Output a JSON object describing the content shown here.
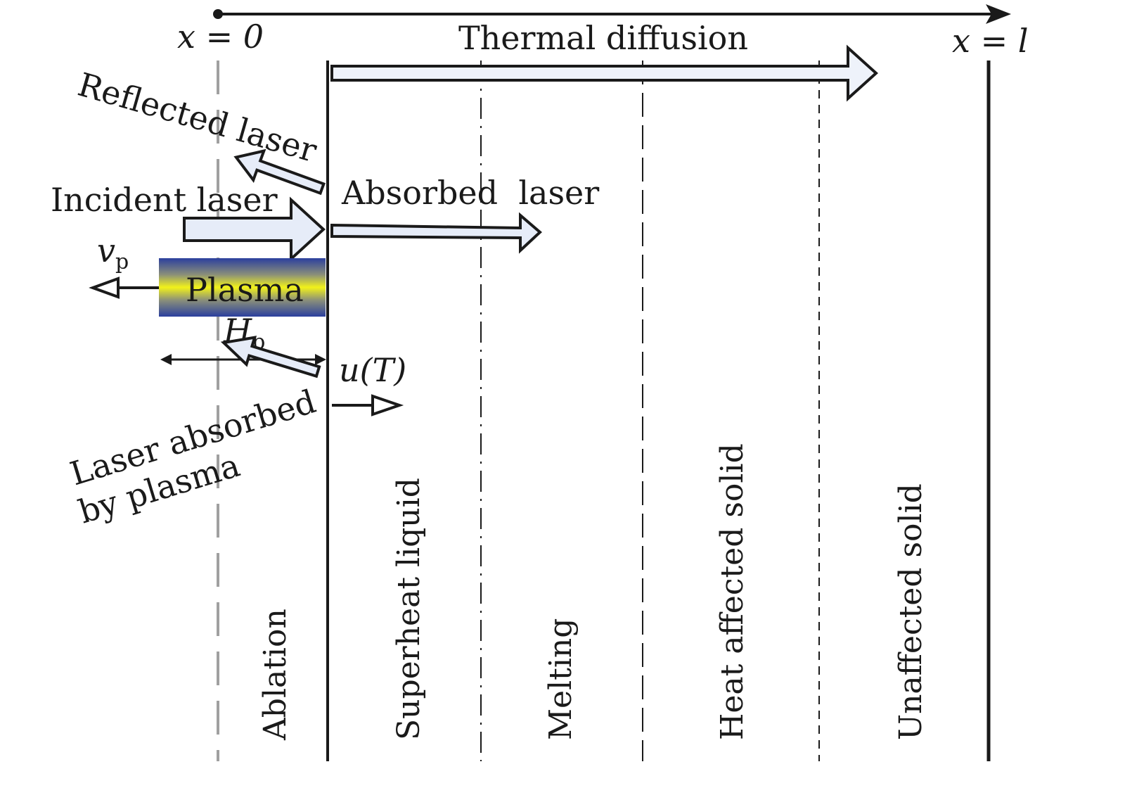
{
  "labels": {
    "x_start": "x = 0",
    "x_end": "x = l",
    "thermal_diffusion": "Thermal diffusion",
    "reflected_laser": "Reflected laser",
    "incident_laser": "Incident laser",
    "absorbed_laser": "Absorbed  laser",
    "plasma": "Plasma",
    "vp_main": "v",
    "vp_sub": "p",
    "hp_main": "H",
    "hp_sub": "p",
    "u_of_t": "u(T)",
    "laser_absorbed_line1": "Laser absorbed",
    "laser_absorbed_line2": "by plasma"
  },
  "regions": [
    {
      "name": "ablation",
      "label": "Ablation"
    },
    {
      "name": "superheat-liquid",
      "label": "Superheat liquid"
    },
    {
      "name": "melting",
      "label": "Melting"
    },
    {
      "name": "heat-affected-solid",
      "label": "Heat affected solid"
    },
    {
      "name": "unaffected-solid",
      "label": "Unaffected solid"
    }
  ],
  "colors": {
    "line": "#1a1a1a",
    "grey_line": "#a0a0a0",
    "arrow_fill": "#e6ecf8",
    "plasma_blue": "#2b3f9e",
    "plasma_yellow": "#f2f21a"
  }
}
